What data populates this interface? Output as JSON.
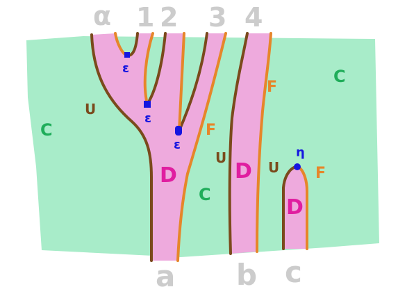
{
  "colors": {
    "background_region": "#a8ecc9",
    "band_fill": "#eeaadd",
    "left_edge": "#7a4a1c",
    "right_edge": "#e6862a",
    "point": "#1515e0"
  },
  "top_labels": [
    "α",
    "1",
    "2",
    "3",
    "4"
  ],
  "bottom_labels": [
    "a",
    "b",
    "c"
  ],
  "region_labels": {
    "c": "C",
    "u": "U",
    "f": "F",
    "d": "D"
  },
  "point_label_epsilon": "ε",
  "point_label_eta": "η"
}
